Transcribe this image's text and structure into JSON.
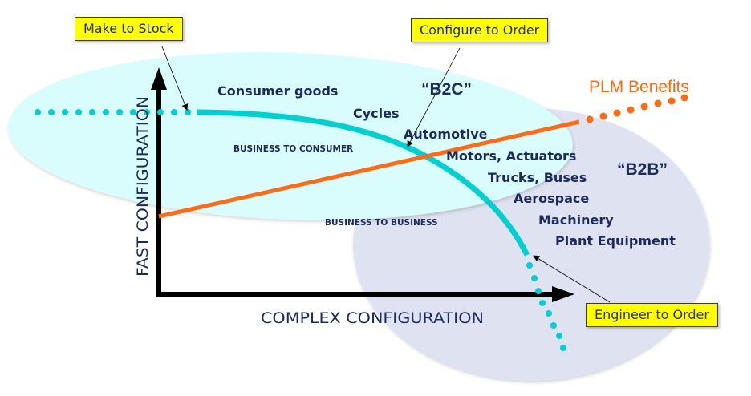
{
  "regions": {
    "b2c": {
      "label": "BUSINESS TO CONSUMER",
      "tag": "“B2C”",
      "color": "#d9fcfd"
    },
    "b2b": {
      "label": "BUSINESS TO BUSINESS",
      "tag": "“B2B”",
      "color": "#dfe2f0"
    }
  },
  "axes": {
    "y_label": "FAST CONFIGURATION",
    "x_label": "COMPLEX CONFIGURATION"
  },
  "industries": [
    "Consumer goods",
    "Cycles",
    "Automotive",
    "Motors, Actuators",
    "Trucks, Buses",
    "Aerospace",
    "Machinery",
    "Plant Equipment"
  ],
  "callouts": {
    "make_to_stock": "Make to Stock",
    "configure_to_order": "Configure to Order",
    "engineer_to_order": "Engineer to Order"
  },
  "plm": {
    "label": "PLM Benefits",
    "color": "#ff6a13"
  },
  "colors": {
    "curve": "#00d0d0",
    "text": "#1c2a5c",
    "callout_bg": "#ffff00"
  }
}
